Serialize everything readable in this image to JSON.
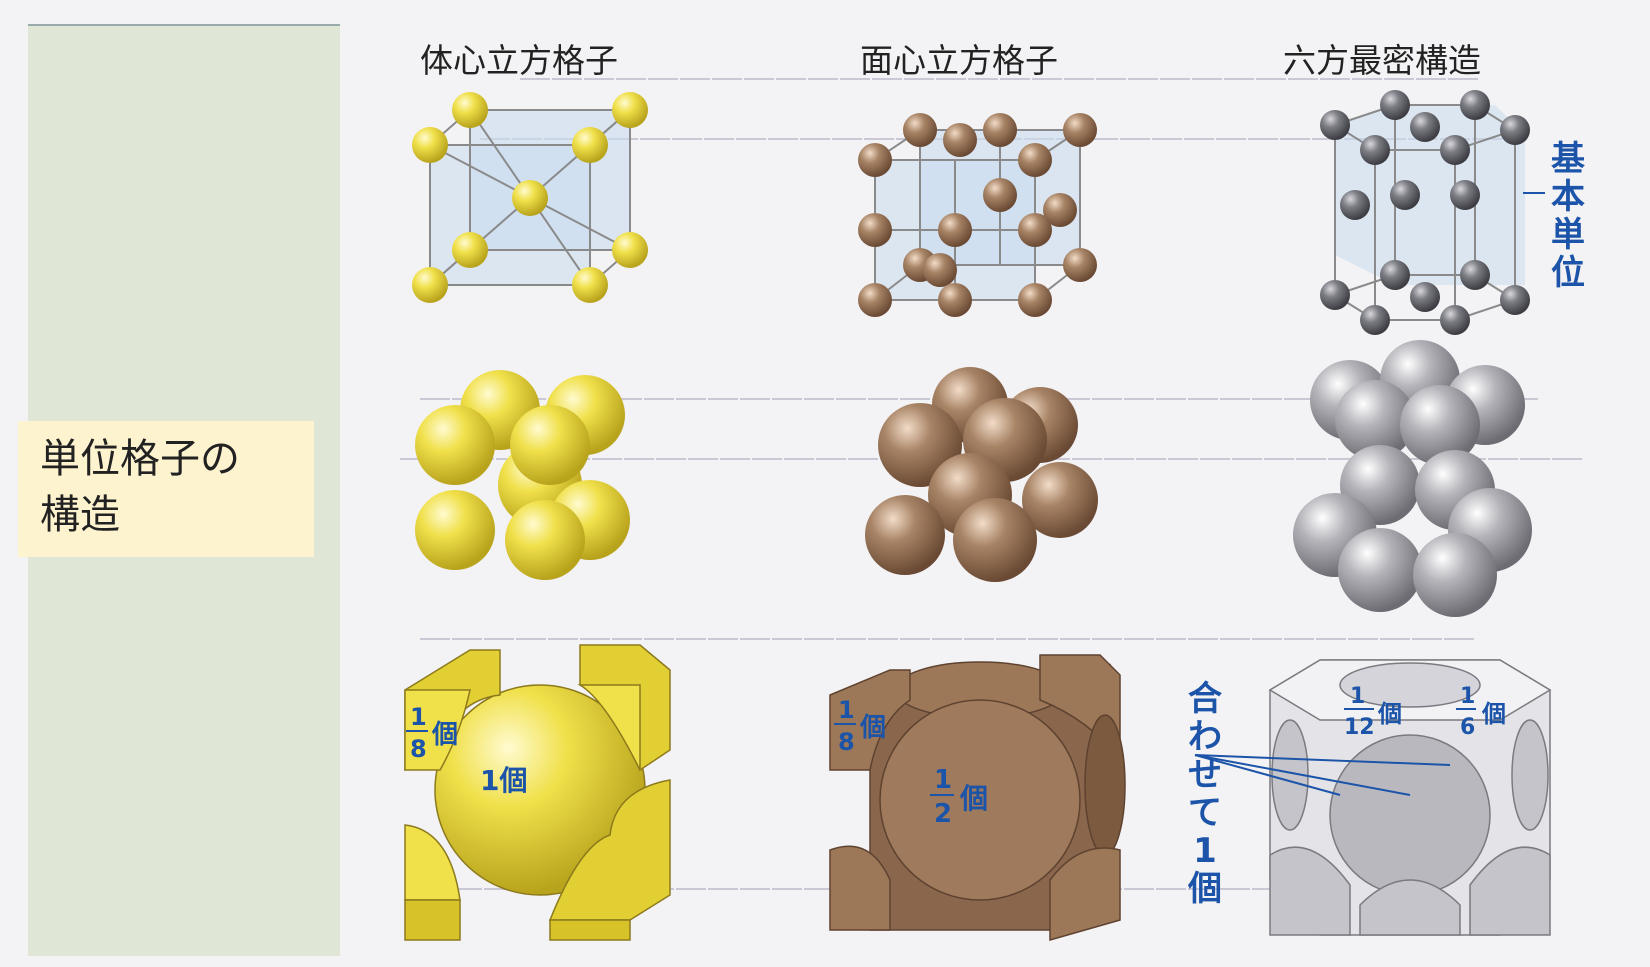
{
  "columns": [
    {
      "title": "体心立方格子"
    },
    {
      "title": "面心立方格子"
    },
    {
      "title": "六方最密構造"
    }
  ],
  "row_label": {
    "line1": "単位格子の",
    "line2": "構造"
  },
  "hcp_basic_unit_label": "基本単位",
  "combined_label": "合わせて1個",
  "bcc_annotations": {
    "corner_num": "1",
    "corner_den": "8",
    "corner_unit": "個",
    "center": "1個"
  },
  "fcc_annotations": {
    "corner_num": "1",
    "corner_den": "8",
    "corner_unit": "個",
    "face_num": "1",
    "face_den": "2",
    "face_unit": "個"
  },
  "hcp_annotations": {
    "a_num": "1",
    "a_den": "12",
    "a_unit": "個",
    "b_num": "1",
    "b_den": "6",
    "b_unit": "個"
  },
  "colors": {
    "bcc_atom": "#ecdc3a",
    "fcc_atom": "#a07a5c",
    "hcp_atom": "#9c9ca2",
    "label_bg": "#fdf3cf",
    "annotation_blue": "#1b54a8"
  }
}
